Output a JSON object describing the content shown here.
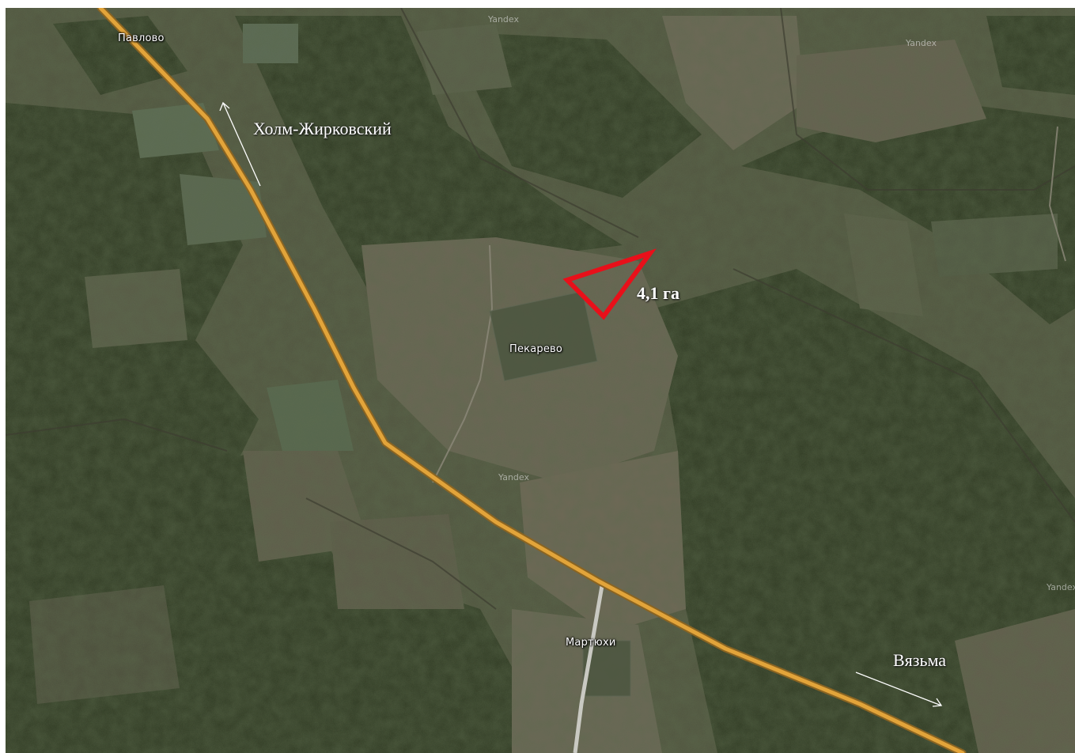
{
  "map": {
    "places": {
      "pavlovo": "Павлово",
      "pekarevo": "Пекарево",
      "martyukhi": "Мартюхи"
    },
    "directions": {
      "kholm_zhirkovsky": "Холм-Жирковский",
      "vyazma": "Вязьма"
    },
    "plot": {
      "area_label": "4,1 га",
      "outline_color": "#e8101a"
    },
    "watermark": {
      "text": "Yandex"
    },
    "colors": {
      "road": "#e2a43a",
      "road_edge": "#8a6422",
      "forest": "#2f3a22",
      "field": "#6b6756"
    }
  }
}
